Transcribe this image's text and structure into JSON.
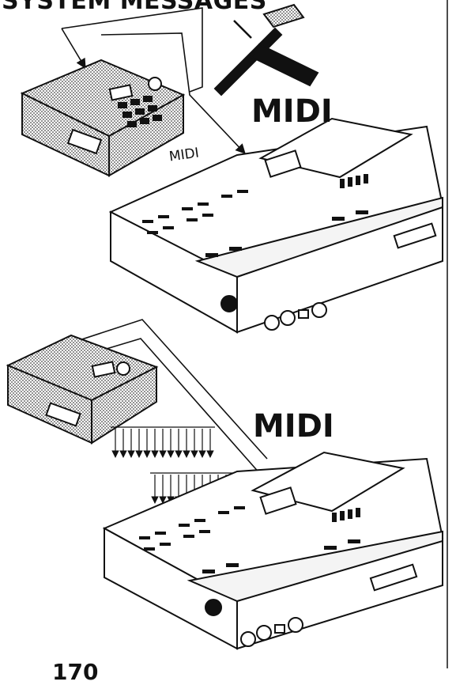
{
  "header": {
    "title": "SYSTEM MESSAGES"
  },
  "labels": {
    "midi_top_large": "MIDI",
    "midi_top_small": "MIDI",
    "midi_bottom_large": "MIDI"
  },
  "footer": {
    "page_number": "170"
  }
}
